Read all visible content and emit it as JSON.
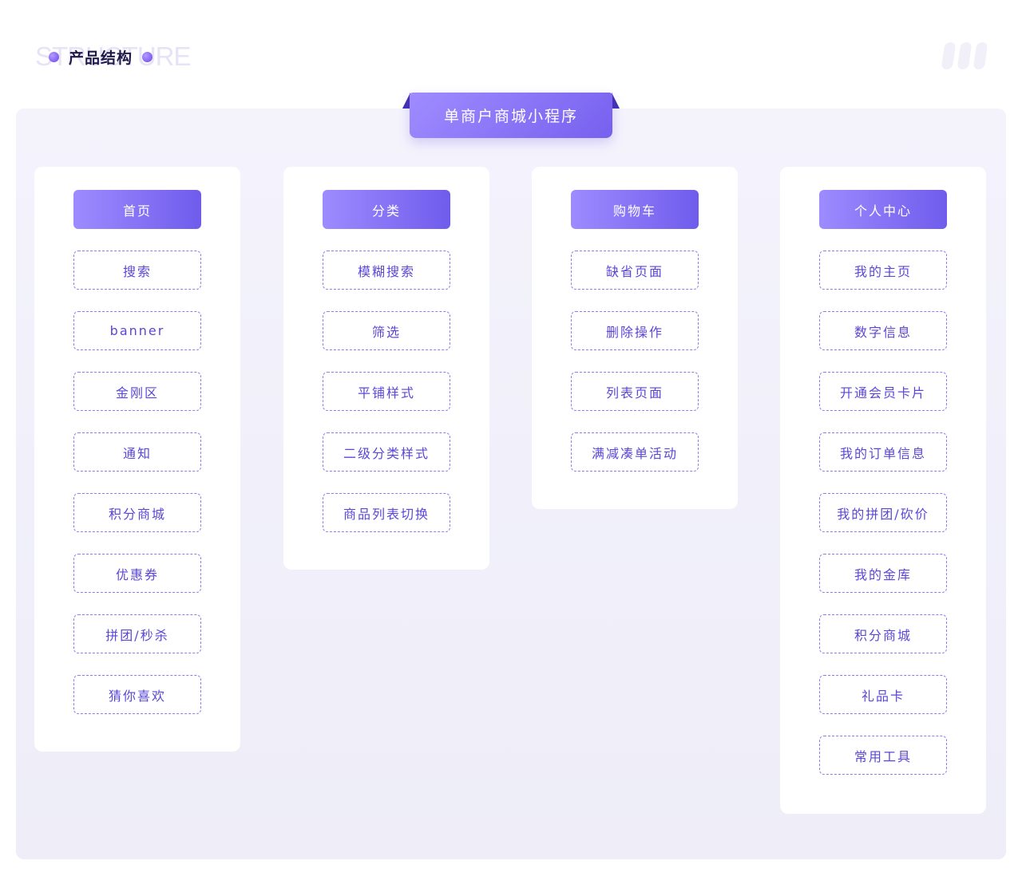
{
  "header": {
    "background_word": "STRUCTURE",
    "title": "产品结构",
    "accent_color": "#6b45e8",
    "decoration_icon": "three-bars-icon"
  },
  "root": {
    "label": "单商户商城小程序"
  },
  "columns": [
    {
      "title": "首页",
      "items": [
        "搜索",
        "banner",
        "金刚区",
        "通知",
        "积分商城",
        "优惠券",
        "拼团/秒杀",
        "猜你喜欢"
      ]
    },
    {
      "title": "分类",
      "items": [
        "模糊搜索",
        "筛选",
        "平铺样式",
        "二级分类样式",
        "商品列表切换"
      ]
    },
    {
      "title": "购物车",
      "items": [
        "缺省页面",
        "删除操作",
        "列表页面",
        "满减凑单活动"
      ]
    },
    {
      "title": "个人中心",
      "items": [
        "我的主页",
        "数字信息",
        "开通会员卡片",
        "我的订单信息",
        "我的拼团/砍价",
        "我的金库",
        "积分商城",
        "礼品卡",
        "常用工具"
      ]
    }
  ],
  "colors": {
    "head_gradient_start": "#9d8bff",
    "head_gradient_end": "#6f5cec",
    "item_border": "#8f7cf0",
    "item_text": "#5a47d8",
    "panel_bg": "#f4f3fc"
  }
}
